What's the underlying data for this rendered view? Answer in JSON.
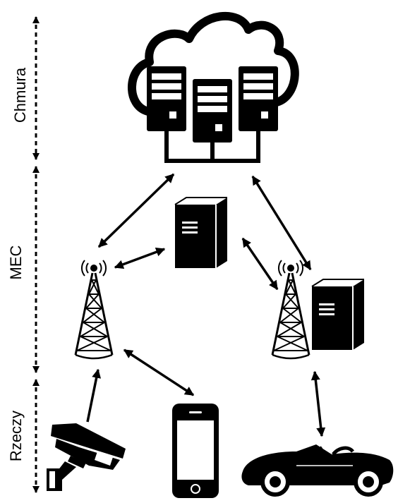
{
  "layers": {
    "cloud": "Chmura",
    "mec": "MEC",
    "things": "Rzeczy"
  },
  "nodes": {
    "cloud": "cloud-servers-icon",
    "mec_server_left": "server-tower-icon",
    "tower_left": "cell-tower-icon",
    "tower_right": "cell-tower-icon",
    "mec_server_right": "server-tower-icon",
    "camera": "security-camera-icon",
    "phone": "smartphone-icon",
    "car": "sports-car-icon"
  },
  "colors": {
    "ink": "#000000",
    "background": "#ffffff"
  }
}
